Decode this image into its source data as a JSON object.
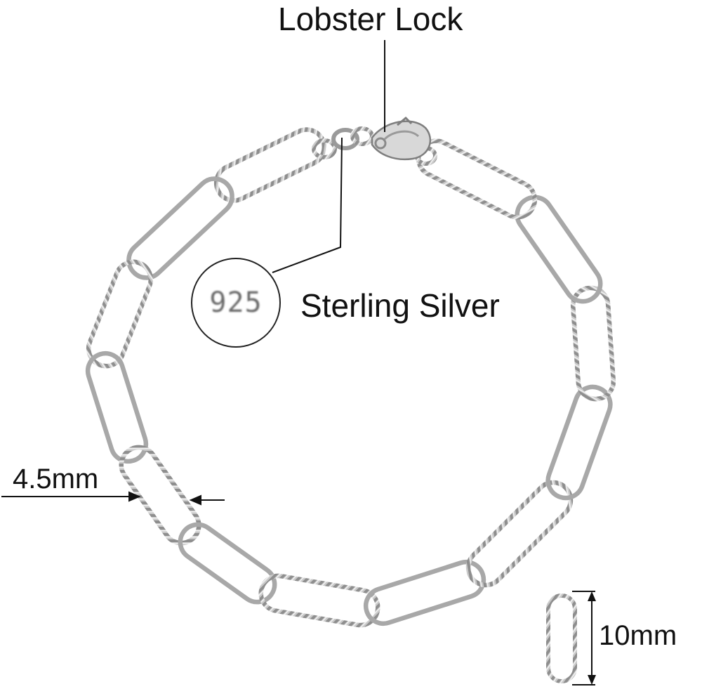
{
  "annotations": {
    "lobster_lock": "Lobster Lock",
    "material": "Sterling Silver",
    "stamp_mark": "925",
    "link_width": "4.5mm",
    "link_length": "10mm"
  },
  "colors": {
    "silver_light": "#f2f2f2",
    "silver_dark": "#8e8e8e",
    "line": "#111111",
    "background": "#ffffff"
  }
}
